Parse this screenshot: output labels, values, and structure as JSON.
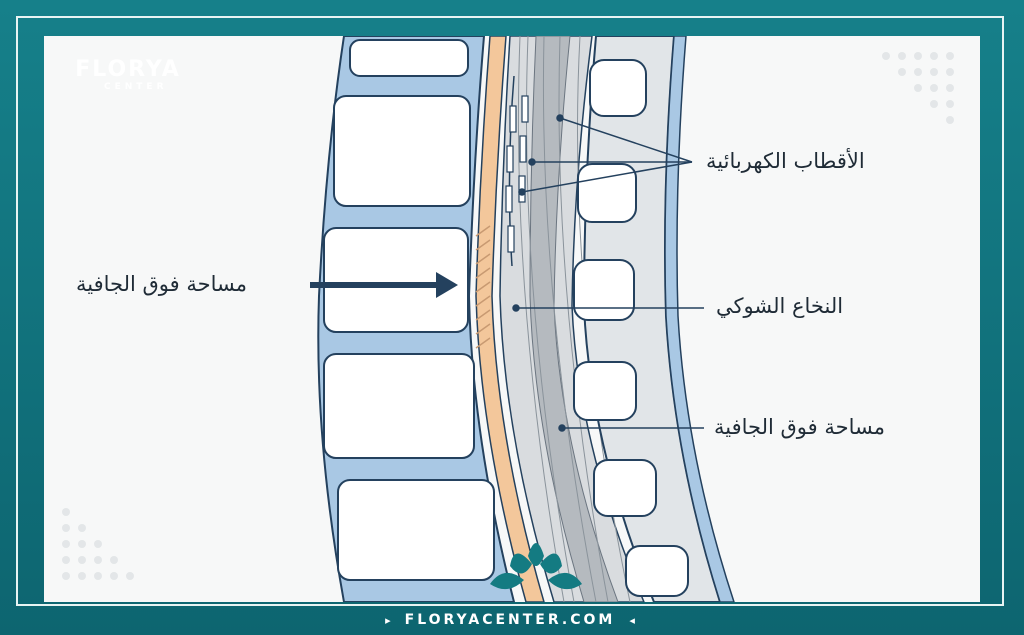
{
  "logo": {
    "brand": "FLORYA",
    "sub": "CENTER"
  },
  "labels": {
    "electrodes": "الأقطاب الكهربائية",
    "epidural_left": "مساحة فوق الجافية",
    "spinal_cord": "النخاع الشوكي",
    "epidural_right": "مساحة فوق الجافية"
  },
  "footer": {
    "url": "FLORYACENTER.COM",
    "arrow_left": "▸",
    "arrow_right": "◂"
  },
  "colors": {
    "frame": "#0f6f7a",
    "vertebra_blue": "#a9c8e4",
    "bone_white": "#ffffff",
    "dura_orange": "#f3c79b",
    "cord_gray": "#b5babf",
    "outline": "#24415e",
    "arrow": "#24415e"
  }
}
